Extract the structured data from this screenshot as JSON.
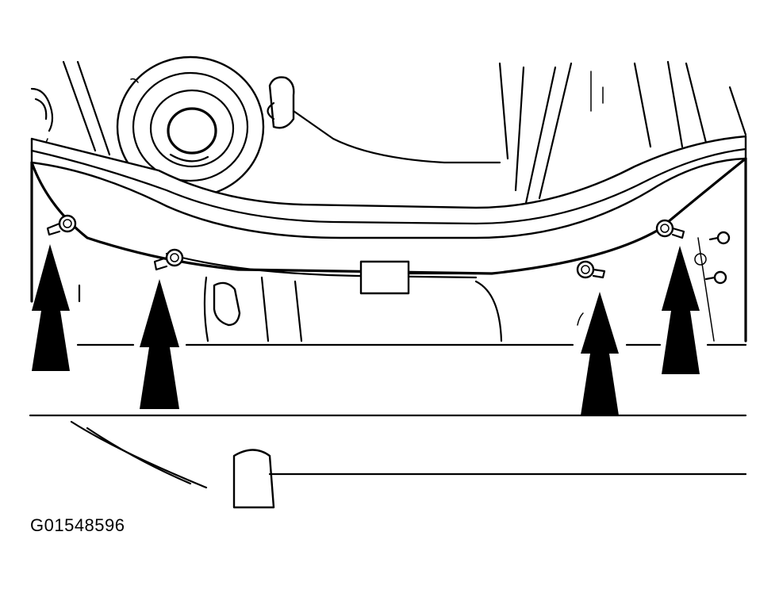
{
  "figure": {
    "code": "G01548596",
    "subject": "subframe-mounting-bolts",
    "arrow_count": 4,
    "colors": {
      "ink": "#000000",
      "background": "#ffffff"
    }
  }
}
